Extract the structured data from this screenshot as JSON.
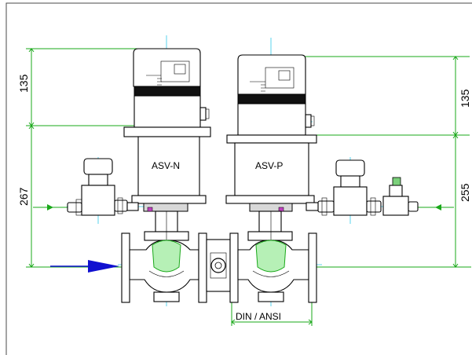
{
  "labels": {
    "valve_left": "ASV-N",
    "valve_right": "ASV-P",
    "connection": "DIN / ANSI"
  },
  "dimensions": {
    "left_top": "135",
    "left_bottom": "267",
    "right_top": "135",
    "right_bottom": "255"
  },
  "colors": {
    "dimension_line": "#1aa81a",
    "center_line": "#2fc8e8",
    "flow_arrow": "#1010d0"
  }
}
